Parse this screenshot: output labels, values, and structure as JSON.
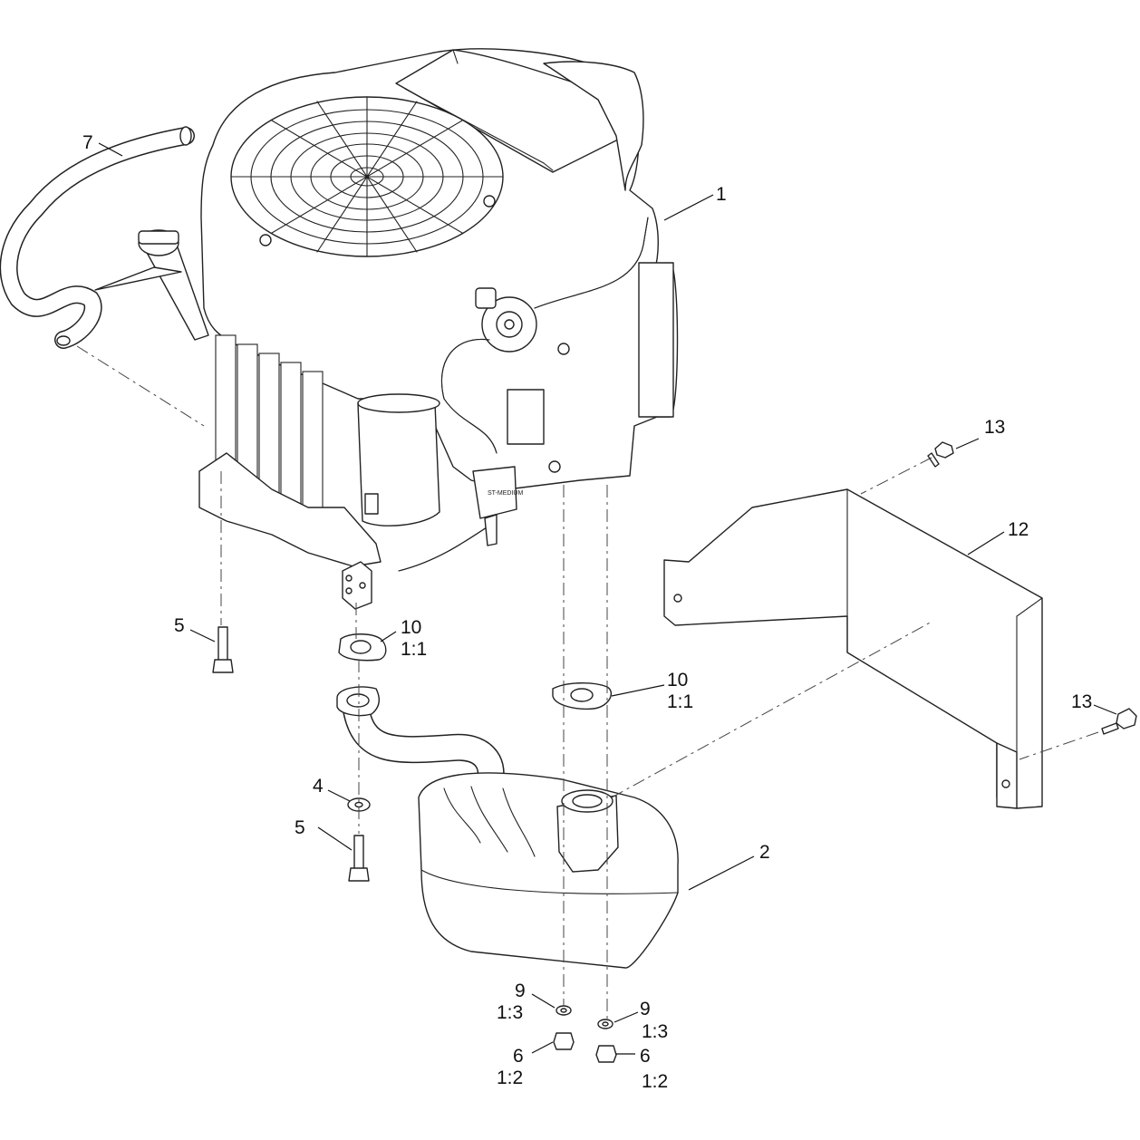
{
  "callouts": {
    "engine": {
      "number": "1"
    },
    "muffler": {
      "number": "2"
    },
    "washer_4": {
      "number": "4"
    },
    "bolt_5_engine": {
      "number": "5"
    },
    "bolt_5_muffler": {
      "number": "5"
    },
    "nut_6_left": {
      "number": "6",
      "ratio": "1:2"
    },
    "nut_6_right": {
      "number": "6",
      "ratio": "1:2"
    },
    "breather_hose": {
      "number": "7"
    },
    "washer_9_left": {
      "number": "9",
      "ratio": "1:3"
    },
    "washer_9_right": {
      "number": "9",
      "ratio": "1:3"
    },
    "gasket_10_upper": {
      "number": "10",
      "ratio": "1:1"
    },
    "gasket_10_lower": {
      "number": "10",
      "ratio": "1:1"
    },
    "heat_shield": {
      "number": "12"
    },
    "screw_13_top": {
      "number": "13"
    },
    "screw_13_right": {
      "number": "13"
    }
  },
  "fuel_filter_label": "ST-MEDIUM"
}
